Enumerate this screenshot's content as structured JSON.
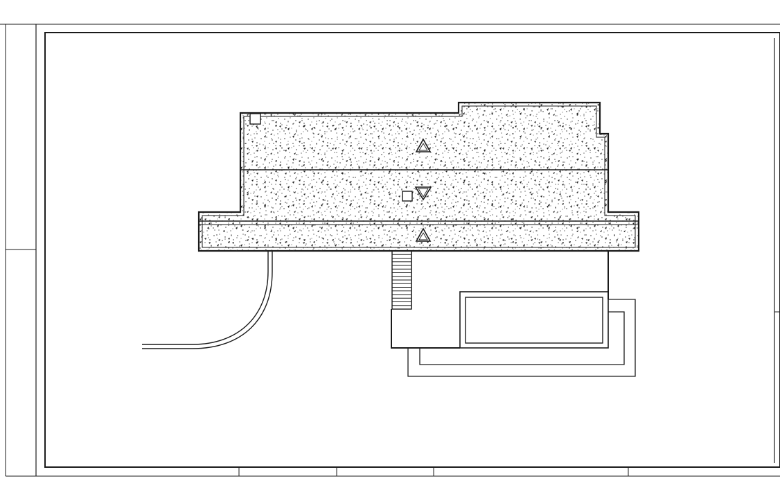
{
  "drawing": {
    "type": "roof-plan",
    "line_color": "#1a1a1a",
    "background_color": "#ffffff",
    "hatch": "concrete-stipple",
    "slope_markers": [
      {
        "name": "slope-marker-up-1",
        "direction": "up"
      },
      {
        "name": "slope-marker-down",
        "direction": "down"
      },
      {
        "name": "slope-marker-up-2",
        "direction": "up"
      }
    ]
  }
}
